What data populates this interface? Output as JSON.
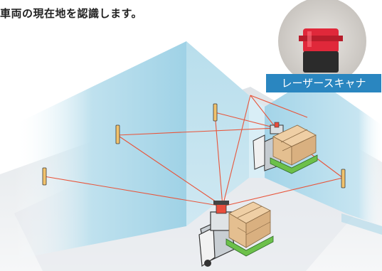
{
  "caption": "車両の現在地を認識します。",
  "sensor_label": "レーザースキャナ",
  "colors": {
    "wall": "#a9d6e8",
    "floor": "#e9edf0",
    "laser": "#e8553b",
    "label_bg": "#2a86c0",
    "pallet": "#6cc04a",
    "box": "#e8c9a0"
  },
  "icons": [
    "laser-scanner-photo",
    "forklift-agv-icon",
    "reflector-icon"
  ]
}
